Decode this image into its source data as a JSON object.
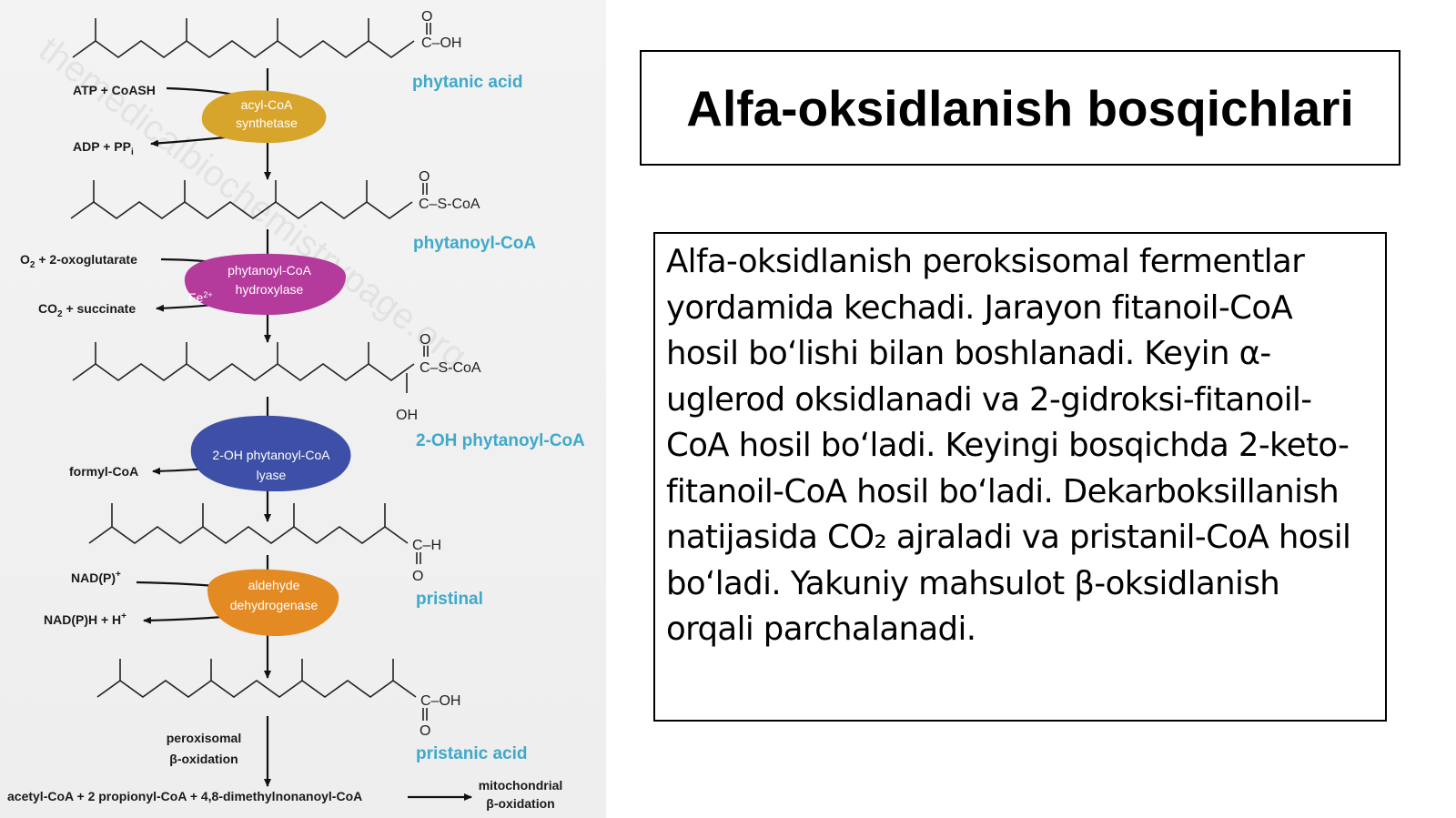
{
  "slide": {
    "title": "Alfa-oksidlanish bosqichlari",
    "body": "Alfa-oksidlanish peroksisomal fermentlar yordamida kechadi. Jarayon fitanoil-CoA hosil bo‘lishi bilan boshlanadi. Keyin α-uglerod oksidlanadi va 2-gidroksi-fitanoil-CoA hosil bo‘ladi. Keyingi bosqichda 2-keto-fitanoil-CoA hosil bo‘ladi. Dekarboksillanish natijasida CO₂ ajraladi va pristanil-CoA hosil bo‘ladi. Yakuniy mahsulot β-oksidlanish orqali parchalanadi."
  },
  "diagram": {
    "watermark": "themedicalbiochemistrypage.org",
    "compounds": {
      "phytanic_acid": "phytanic acid",
      "phytanoyl_coa": "phytanoyl-CoA",
      "oh_phytanoyl_coa": "2-OH phytanoyl-CoA",
      "pristinal": "pristinal",
      "pristanic_acid": "pristanic acid"
    },
    "enzymes": {
      "e1_line1": "acyl-CoA",
      "e1_line2": "synthetase",
      "e2_line1": "phytanoyl-CoA",
      "e2_line2": "hydroxylase",
      "e2_cofactor": "Fe",
      "e2_cofactor_charge": "2+",
      "e3_line1": "2-OH phytanoyl-CoA",
      "e3_line2": "lyase",
      "e4_line1": "aldehyde",
      "e4_line2": "dehydrogenase"
    },
    "enzyme_colors": {
      "synthetase": "#d8a52c",
      "hydroxylase": "#b43a9c",
      "lyase": "#3d4fa6",
      "dehydrogenase": "#e48a22"
    },
    "cosubstrates": {
      "atp_coash": "ATP + CoASH",
      "adp_ppi": "ADP + PP",
      "adp_ppi_sub": "i",
      "o2_oxo_a": "O",
      "o2_oxo_sub": "2",
      "o2_oxo_b": " + 2-oxoglutarate",
      "co2_succ_a": "CO",
      "co2_succ_sub": "2",
      "co2_succ_b": " + succinate",
      "formyl_coa": "formyl-CoA",
      "nadp": "NAD(P)",
      "nadp_sup": "+",
      "nadph": "NAD(P)H + H",
      "nadph_sup": "+"
    },
    "groups": {
      "o": "O",
      "c_oh": "C–OH",
      "c_scoa": "C–S-CoA",
      "oh": "OH",
      "c_h": "C–H",
      "c": "C"
    },
    "bottom": {
      "perox_line1": "peroxisomal",
      "perox_line2": "β-oxidation",
      "products": "acetyl-CoA + 2 propionyl-CoA + 4,8-dimethylnonanoyl-CoA",
      "mito_line1": "mitochondrial",
      "mito_line2": "β-oxidation"
    }
  }
}
